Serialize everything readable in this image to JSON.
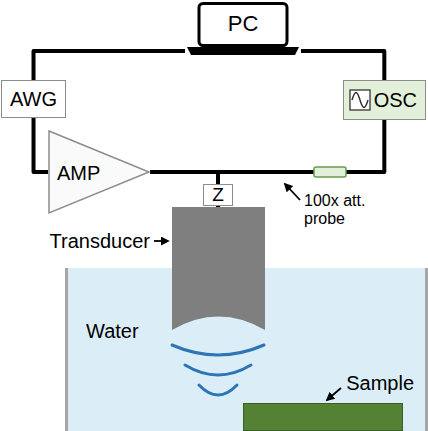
{
  "diagram": {
    "nodes": [
      {
        "text": [
          "PC"
        ]
      },
      {
        "text": [
          "AWG"
        ]
      },
      {
        "text": [
          "OSC"
        ]
      },
      {
        "text": [
          "AMP"
        ]
      },
      {
        "text": [
          "Z"
        ]
      },
      {
        "text": [
          "Transducer"
        ]
      },
      {
        "text": [
          "Water"
        ]
      },
      {
        "text": [
          "Sample"
        ],
        "in": 6
      }
    ],
    "edges": [
      {
        "from": 0,
        "to": 1,
        "arrow": "none"
      },
      {
        "from": 0,
        "to": 2,
        "arrow": "none"
      },
      {
        "from": 1,
        "to": 3,
        "arrow": "none"
      },
      {
        "from": 3,
        "to": 4,
        "arrow": "none"
      },
      {
        "from": 4,
        "to": 2,
        "arrow": "none"
      },
      {
        "from": 4,
        "to": 5,
        "arrow": "none"
      }
    ],
    "labels": [
      "100x att. probe"
    ]
  }
}
